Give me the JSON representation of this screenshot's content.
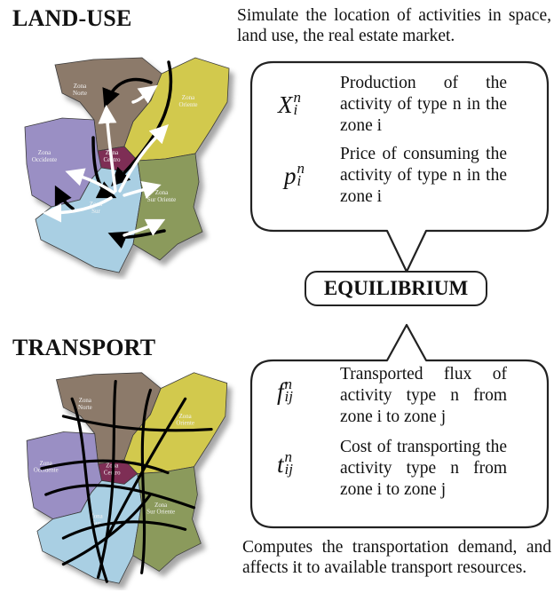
{
  "land_use": {
    "heading": "LAND-USE",
    "description": "Simulate the location of activities in space, land use, the real estate market.",
    "callout": [
      {
        "symbol_base": "X",
        "sup": "n",
        "sub": "i",
        "text": "Production of the activity of type n in the zone i"
      },
      {
        "symbol_base": "p",
        "sup": "n",
        "sub": "i",
        "text": "Price of consuming the activity of type n in the zone i"
      }
    ]
  },
  "equilibrium": {
    "label": "EQUILIBRIUM"
  },
  "transport": {
    "heading": "TRANSPORT",
    "description": "Computes the transportation demand, and affects it to available transport resources.",
    "callout": [
      {
        "symbol_base": "f",
        "sup": "n",
        "sub": "ij",
        "text": "Transported flux of activity type n from zone i to zone j"
      },
      {
        "symbol_base": "t",
        "sup": "n",
        "sub": "ij",
        "text": "Cost of transporting the activity type n from zone i to zone j"
      }
    ]
  },
  "zones": {
    "norte": [
      "Zona",
      "Norte"
    ],
    "oriente": [
      "Zona",
      "Oriente"
    ],
    "centro": [
      "Zona",
      "Centro"
    ],
    "occidente": [
      "Zona",
      "Occidente"
    ],
    "sur": [
      "Zona",
      "Sur"
    ],
    "sur_oriente": [
      "Zona",
      "Sur Oriente"
    ]
  },
  "colors": {
    "norte": "#8c7a6b",
    "oriente": "#d2c94e",
    "centro": "#7e2f55",
    "occidente": "#9a8fc4",
    "sur": "#a9cfe3",
    "sur_oriente": "#8b9a5c"
  }
}
